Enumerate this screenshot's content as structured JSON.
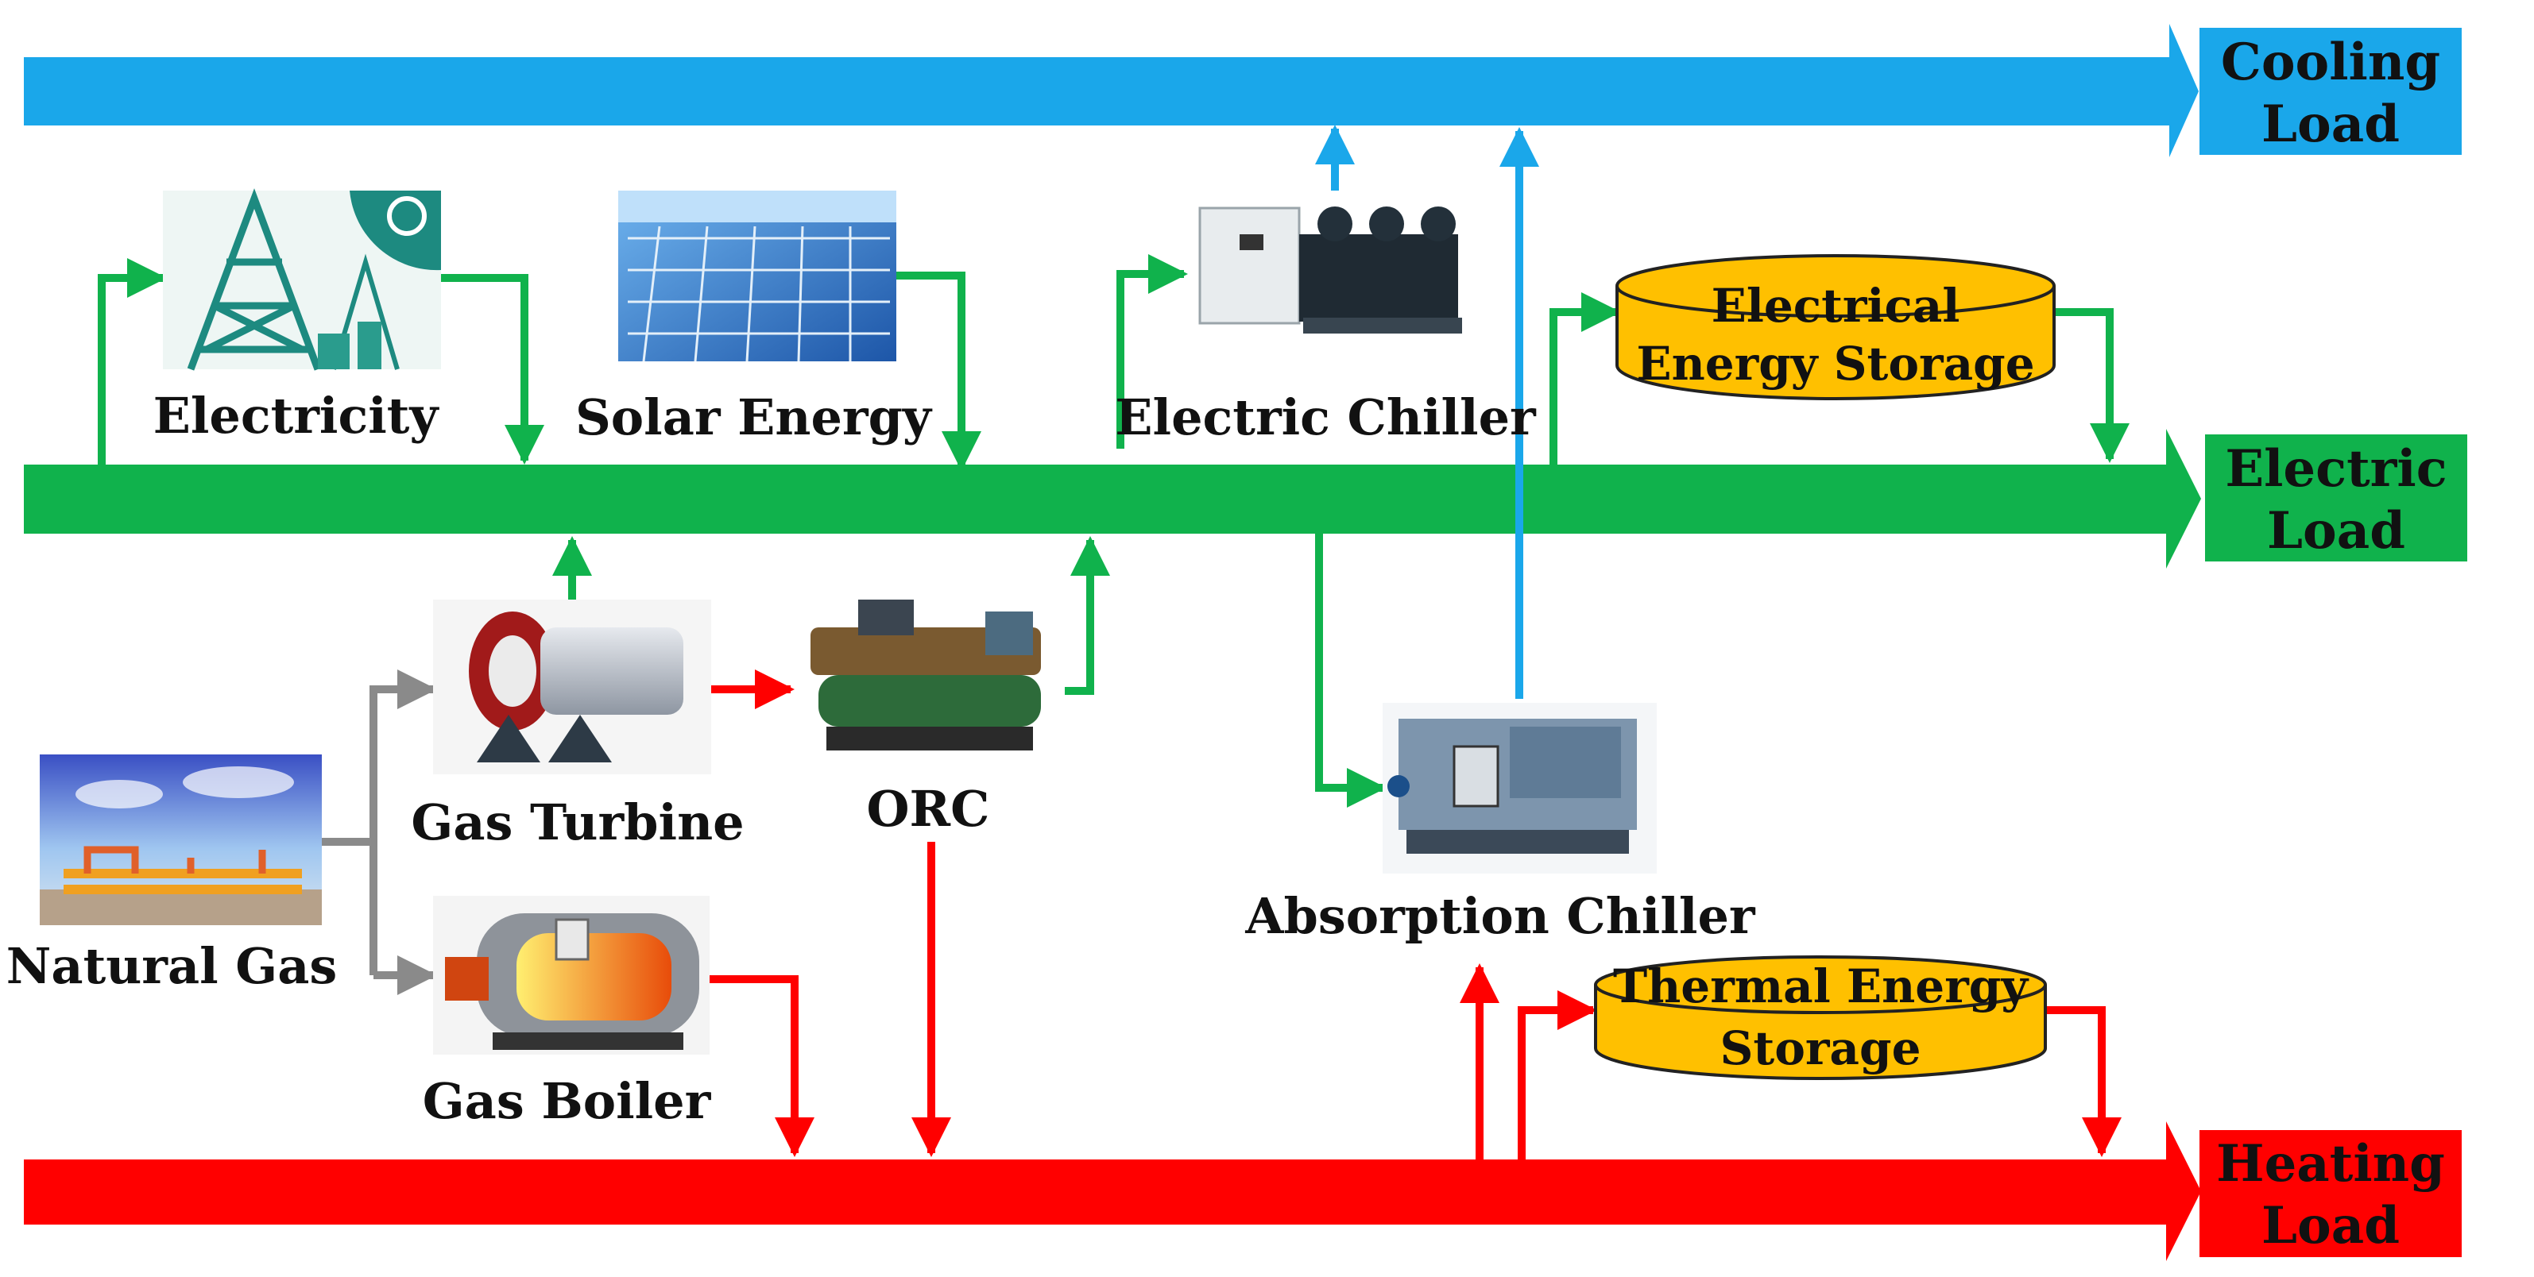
{
  "colors": {
    "cooling": "#1aa7ea",
    "electric": "#10b24c",
    "heating": "#ff0000",
    "natural_gas_link": "#8a8a8a",
    "storage_fill": "#ffc000",
    "storage_stroke": "#222222"
  },
  "loads": {
    "cooling": {
      "line1": "Cooling",
      "line2": "Load"
    },
    "electric": {
      "line1": "Electric",
      "line2": "Load"
    },
    "heating": {
      "line1": "Heating",
      "line2": "Load"
    }
  },
  "nodes": {
    "electricity": {
      "label": "Electricity",
      "icon": "power-tower-icon"
    },
    "solar": {
      "label": "Solar Energy",
      "icon": "solar-panel-icon"
    },
    "electric_chiller": {
      "label": "Electric Chiller",
      "icon": "electric-chiller-icon"
    },
    "gas_turbine": {
      "label": "Gas Turbine",
      "icon": "gas-turbine-icon"
    },
    "orc": {
      "label": "ORC",
      "icon": "orc-unit-icon"
    },
    "natural_gas": {
      "label": "Natural Gas",
      "icon": "gas-pipeline-icon"
    },
    "gas_boiler": {
      "label": "Gas Boiler",
      "icon": "gas-boiler-icon"
    },
    "absorption_chiller": {
      "label": "Absorption Chiller",
      "icon": "absorption-chiller-icon"
    }
  },
  "storage": {
    "electrical": {
      "line1": "Electrical",
      "line2": "Energy Storage"
    },
    "thermal": {
      "line1": "Thermal Energy",
      "line2": "Storage"
    }
  }
}
